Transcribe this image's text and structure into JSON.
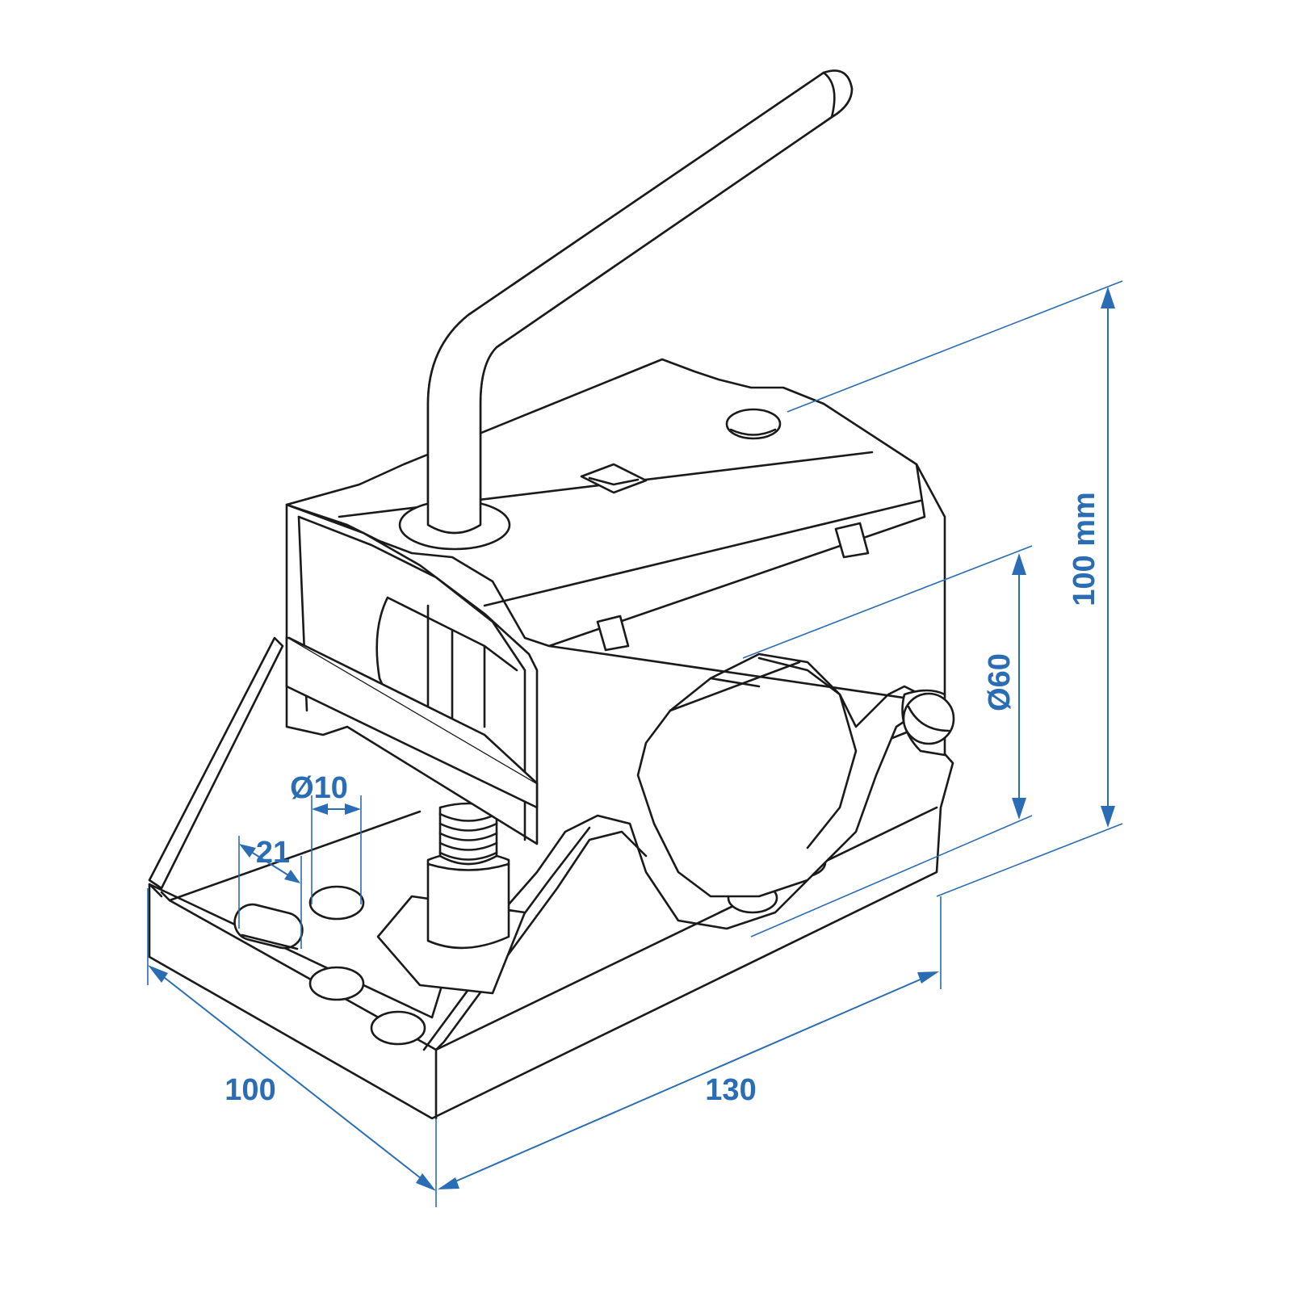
{
  "colors": {
    "dimension": "#2a6db5",
    "outline": "#1a1a1a",
    "background": "#ffffff"
  },
  "dimensions": {
    "height": "100 mm",
    "tube_diameter": "Ø60",
    "hole_diameter": "Ø10",
    "slot_length": "21",
    "width": "100",
    "length": "130"
  }
}
